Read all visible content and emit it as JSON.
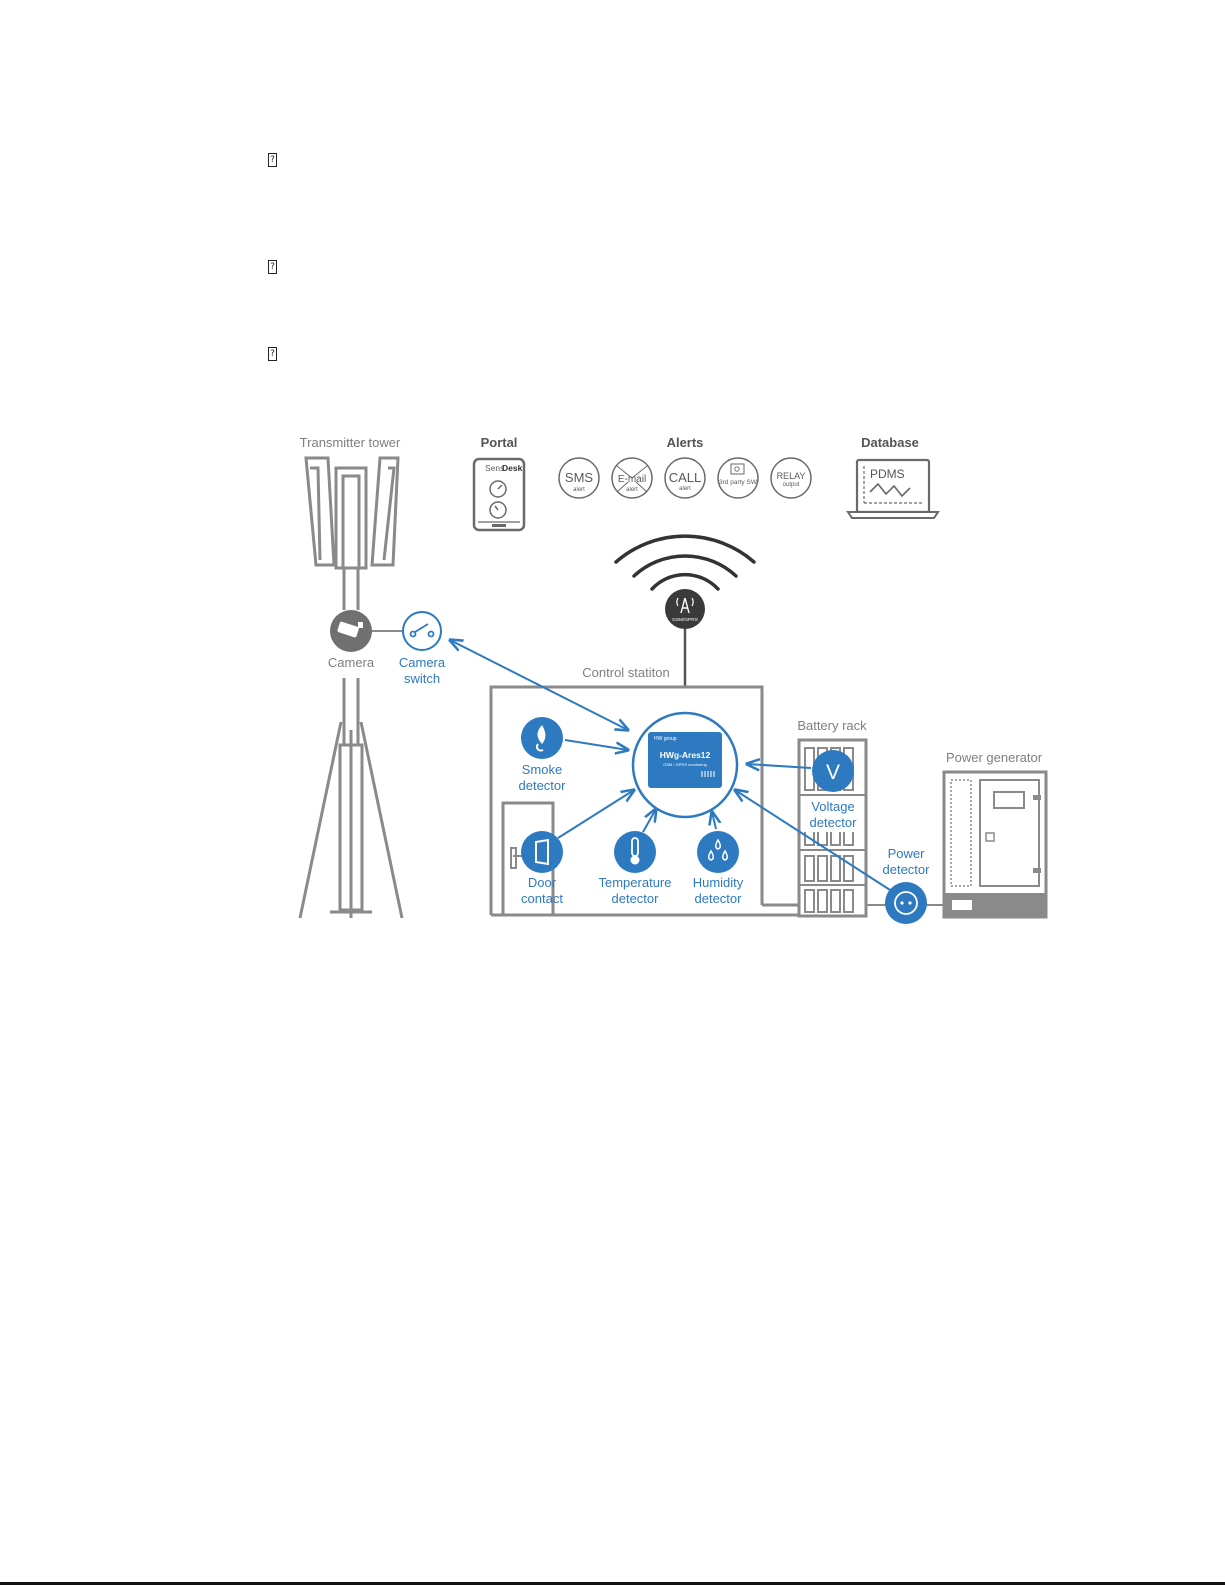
{
  "markers": [
    "?",
    "?",
    "?"
  ],
  "labels": {
    "transmitter_tower": "Transmitter tower",
    "portal": "Portal",
    "alerts": "Alerts",
    "database": "Database",
    "camera": "Camera",
    "camera_switch": [
      "Camera",
      "switch"
    ],
    "control_station": "Control statiton",
    "battery_rack": "Battery rack",
    "power_generator": "Power generator",
    "smoke_detector": [
      "Smoke",
      "detector"
    ],
    "door_contact": [
      "Door",
      "contact"
    ],
    "temperature_detector": [
      "Temperature",
      "detector"
    ],
    "humidity_detector": [
      "Humidity",
      "detector"
    ],
    "voltage_detector": [
      "Voltage",
      "detector"
    ],
    "power_detector": [
      "Power",
      "detector"
    ]
  },
  "portal_app": {
    "brand_plain": "Sens",
    "brand_bold": "Desk"
  },
  "alert_icons": [
    {
      "main": "SMS",
      "sub": "alert"
    },
    {
      "main": "E-mail",
      "sub": "alert"
    },
    {
      "main": "CALL",
      "sub": "alert"
    },
    {
      "main": "",
      "sub": "3rd party SW"
    },
    {
      "main": "RELAY",
      "sub": "output"
    }
  ],
  "database_app": "PDMS",
  "gsm_module": "GSM/GPRS",
  "device": {
    "brand": "HW group",
    "model": "HWg-Ares12",
    "subtitle": "GSM / GPRS monitoring"
  },
  "voltage_symbol": "V",
  "colors": {
    "accent_blue": "#2d7ac0",
    "gray": "#8a8a8a",
    "dark_gray": "#555555"
  }
}
